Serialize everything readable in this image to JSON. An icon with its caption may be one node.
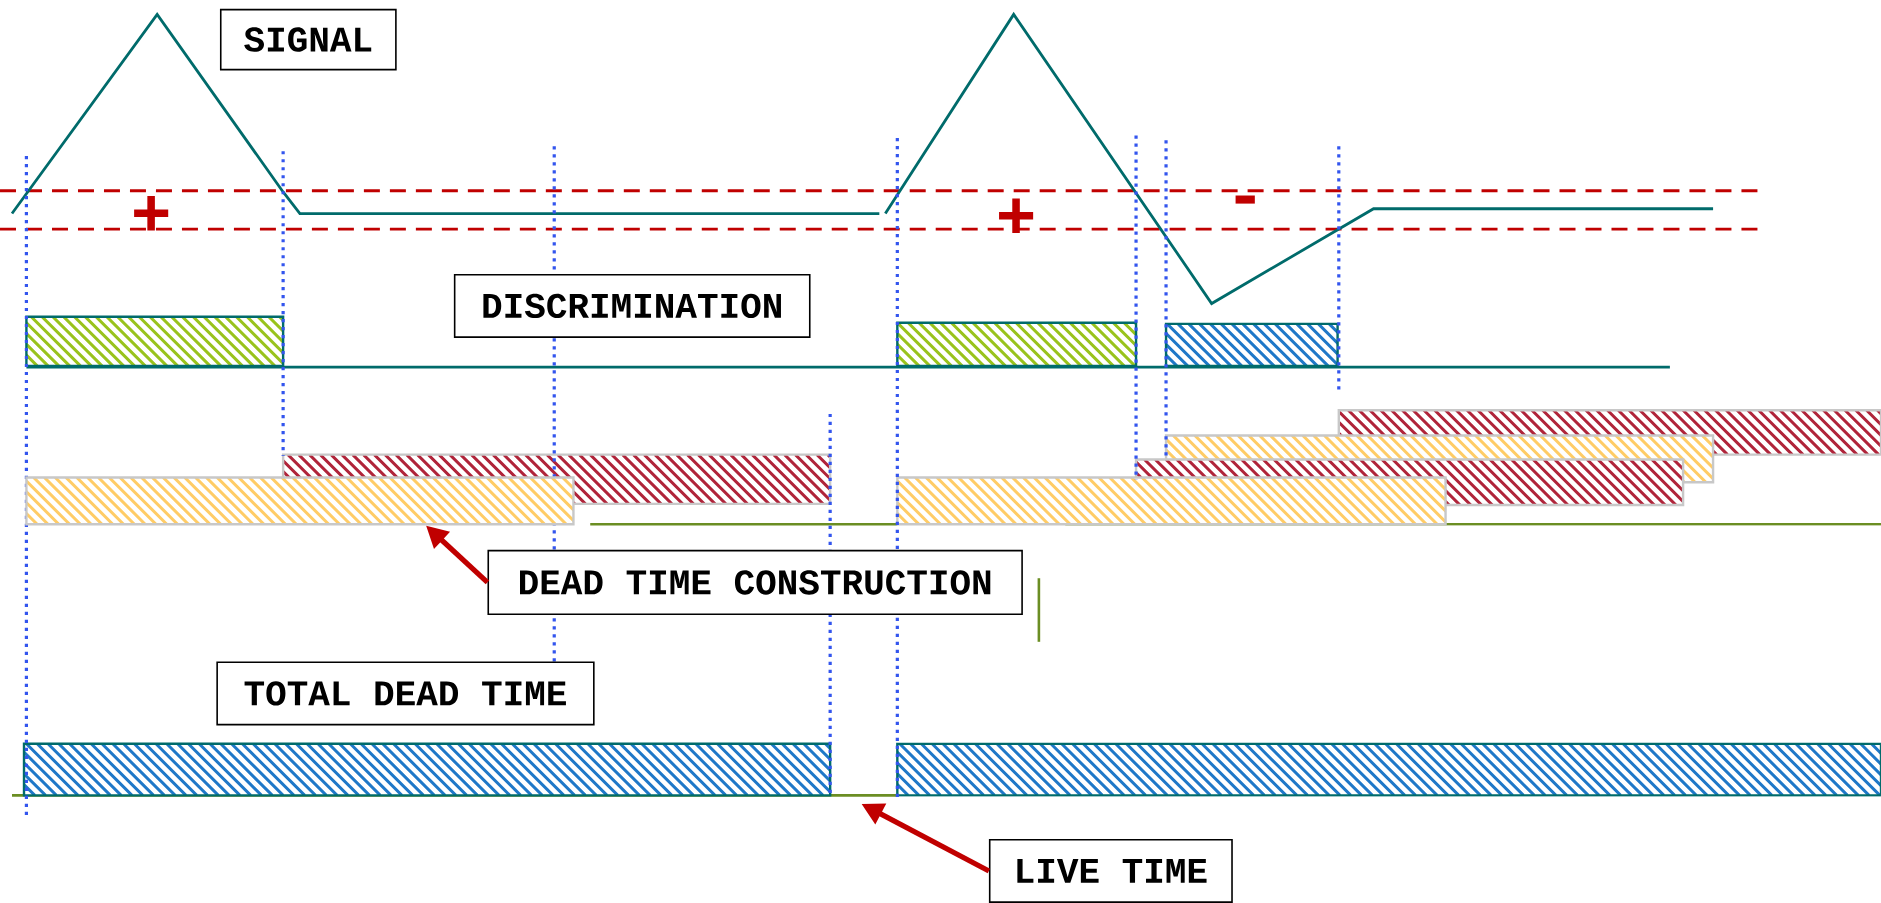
{
  "diagram": {
    "nodes": [
      {
        "text": [
          "SIGNAL"
        ]
      },
      {
        "text": [
          "DISCRIMINATION"
        ]
      },
      {
        "text": [],
        "shape": "bar"
      },
      {
        "text": [
          "DEAD TIME CONSTRUCTION"
        ]
      },
      {
        "text": [
          "TOTAL DEAD TIME"
        ]
      },
      {
        "text": [
          "LIVE TIME"
        ]
      }
    ],
    "edges": [
      {
        "from": 3,
        "to": 2,
        "arrow": "to"
      },
      {
        "from": 5,
        "to": null,
        "arrow": "to"
      }
    ],
    "labels": [
      "+",
      "+",
      "-"
    ]
  }
}
